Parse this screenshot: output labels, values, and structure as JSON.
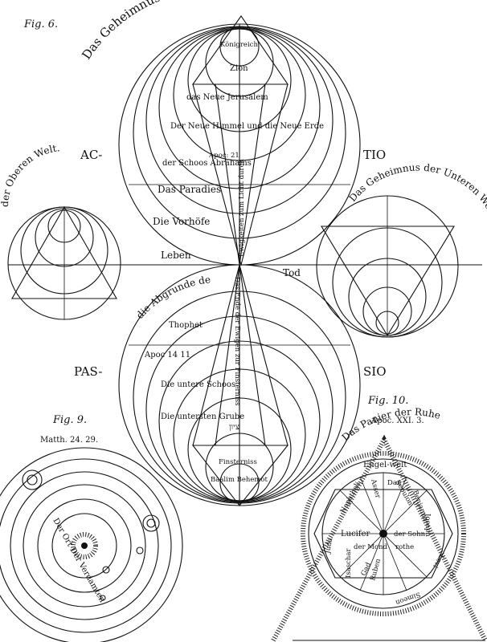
{
  "fig6": {
    "label": "Fig. 6.",
    "title": "Das Geheimnus der Natur",
    "concentric": [
      "Königreich",
      "Zion",
      "das Neue Jerusalem",
      "Der Neue Himmel und die Neue Erde",
      "der Schoos Abrahams",
      "Apoc: 21",
      "Das Paradies",
      "Die Vorhöfe",
      "Leben",
      "Tod",
      "die Abgrunde der Leiden",
      "Thophet",
      "Apoc 14 11",
      "Die untere Schoos",
      "Die untersten Grube",
      "ציון",
      "Finsterniss",
      "Baalim Behemot"
    ],
    "axis_text_up": "Ewigkeiten zum Licht durch",
    "axis_text_down": "Das Ende der Ewigen zur Finsterniss"
  },
  "left_circle": {
    "caption": "der Oberen Welt."
  },
  "right_circle": {
    "caption": "Das Geheimnus der Unteren Welt."
  },
  "side_words": {
    "actio_left": "AC-",
    "actio_right": "TIO",
    "passio_left": "PAS-",
    "passio_right": "SIO"
  },
  "fig9": {
    "label": "Fig. 9.",
    "reference": "Matth. 24. 29.",
    "center_text": "Der Ort Der Verdamten"
  },
  "fig10": {
    "label": "Fig. 10.",
    "reference": "Apoc. XXI. 3.",
    "title": "Das Panier der Ruhe",
    "inner": [
      "Engel-welt",
      "Lucifer",
      "der Sohn",
      "der Mond",
      "rothe",
      "Dan",
      "Asser",
      "Naphthali",
      "Ruben",
      "Gad",
      "Simeon",
      "Levi",
      "Juda",
      "Isaschar",
      "Sebulon",
      "Joseph",
      "Benjamin"
    ]
  }
}
